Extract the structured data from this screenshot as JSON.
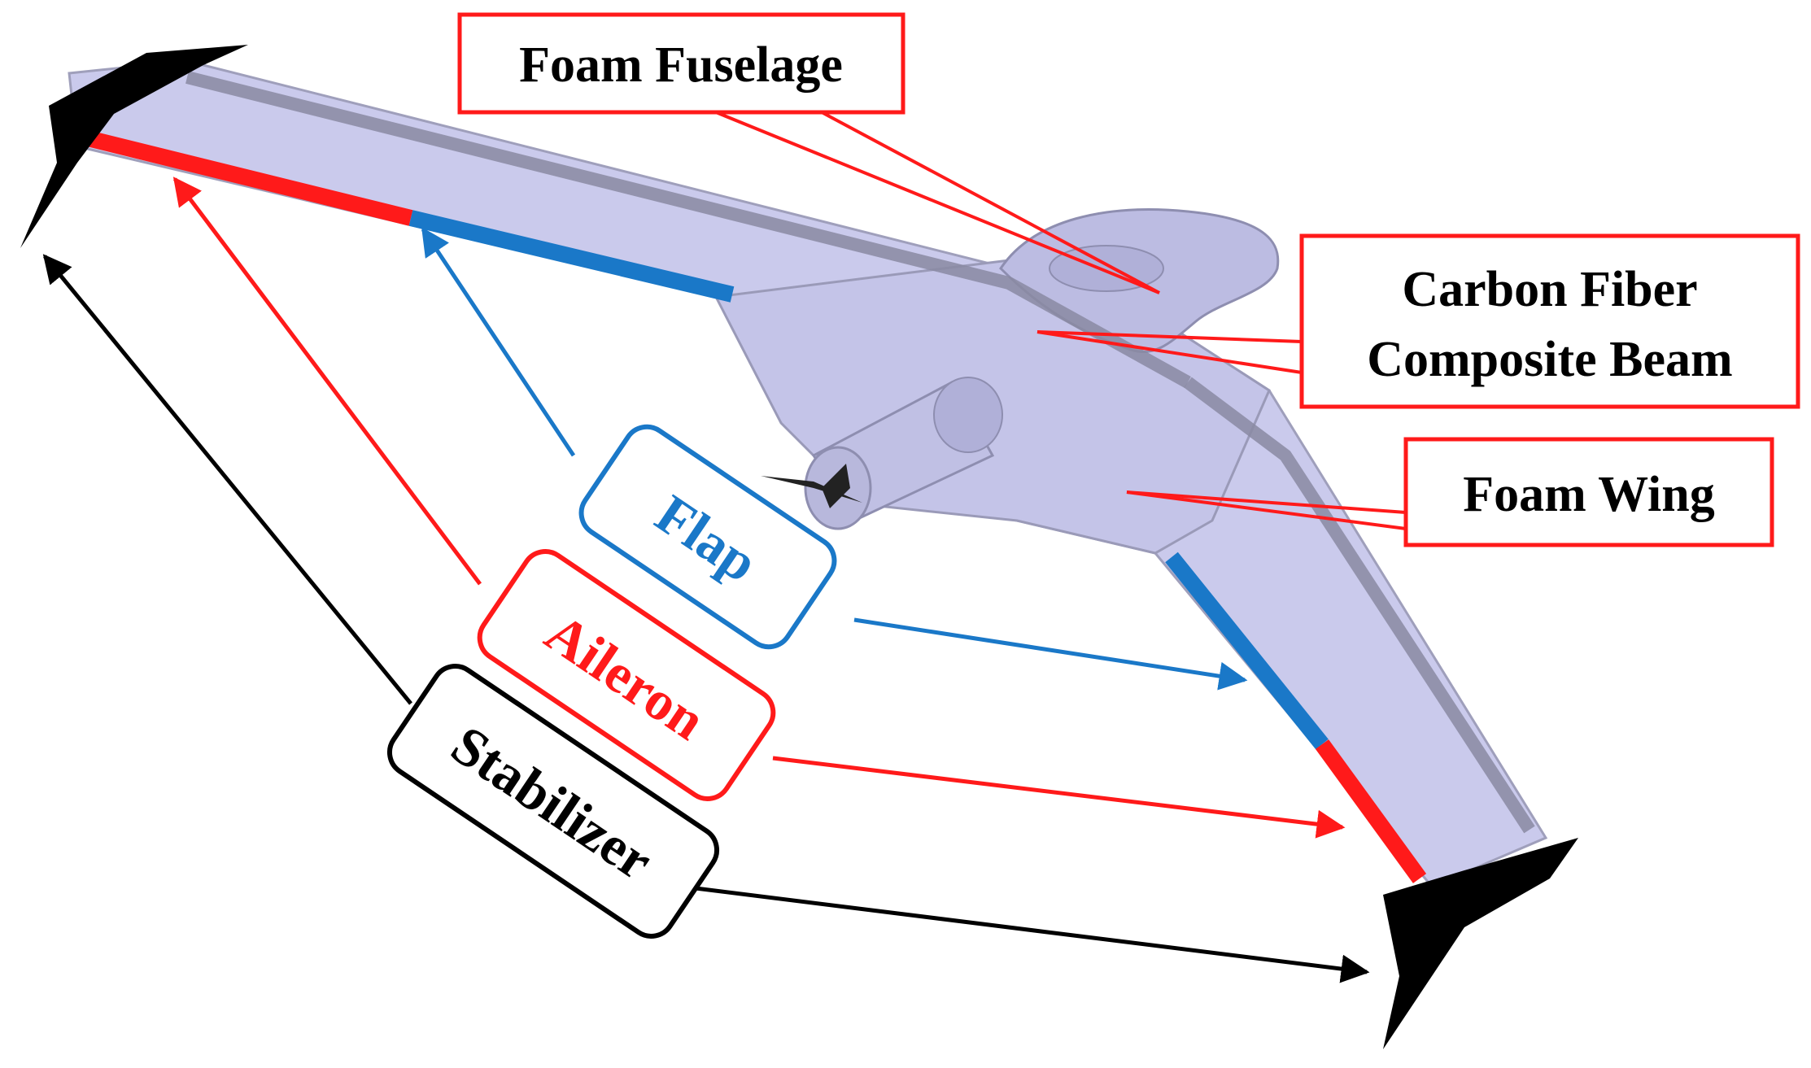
{
  "labels": {
    "fuselage": "Foam Fuselage",
    "beam_line1": "Carbon Fiber",
    "beam_line2": "Composite Beam",
    "wing": "Foam Wing",
    "flap": "Flap",
    "aileron": "Aileron",
    "stabilizer": "Stabilizer"
  },
  "colors": {
    "red": "#ff1a1a",
    "blue": "#1a78c8",
    "black": "#000000",
    "wing_fill": "#c8c8ec",
    "wing_edge": "#9a9ab8",
    "beam": "#8a8aa2"
  }
}
